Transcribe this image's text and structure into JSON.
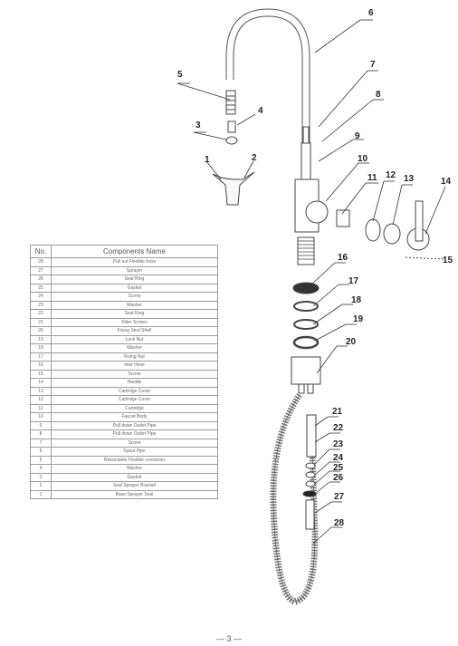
{
  "table": {
    "header": {
      "no": "No.",
      "name": "Components Name"
    },
    "rows": [
      {
        "no": "28",
        "name": "Pull out Flexible hose"
      },
      {
        "no": "27",
        "name": "Sprayer"
      },
      {
        "no": "26",
        "name": "Seal Ring"
      },
      {
        "no": "25",
        "name": "Gasket"
      },
      {
        "no": "24",
        "name": "Screw"
      },
      {
        "no": "23",
        "name": "Washer"
      },
      {
        "no": "22",
        "name": "Seal Ring"
      },
      {
        "no": "21",
        "name": "Filter Screen"
      },
      {
        "no": "20",
        "name": "Fixing Stud Shell"
      },
      {
        "no": "19",
        "name": "Lock Nut"
      },
      {
        "no": "18",
        "name": "Washer"
      },
      {
        "no": "17",
        "name": "Fixing Nut"
      },
      {
        "no": "16",
        "name": "Inlet Hose"
      },
      {
        "no": "15",
        "name": "Screw"
      },
      {
        "no": "14",
        "name": "Handle"
      },
      {
        "no": "13",
        "name": "Cartridge Cover"
      },
      {
        "no": "12",
        "name": "Cartridge Cover"
      },
      {
        "no": "11",
        "name": "Cartridge"
      },
      {
        "no": "10",
        "name": "Faucet Body"
      },
      {
        "no": "9",
        "name": "Pull down Outlet Pipe"
      },
      {
        "no": "8",
        "name": "Pull down Outlet Pipe"
      },
      {
        "no": "7",
        "name": "Screw"
      },
      {
        "no": "6",
        "name": "Spout Pipe"
      },
      {
        "no": "5",
        "name": "Retractable Flexible connector"
      },
      {
        "no": "4",
        "name": "Washer"
      },
      {
        "no": "3",
        "name": "Gasket"
      },
      {
        "no": "2",
        "name": "Seal Sprayer Bracket"
      },
      {
        "no": "1",
        "name": "Base Sprayer Seal"
      }
    ]
  },
  "callouts": [
    "1",
    "2",
    "3",
    "4",
    "5",
    "6",
    "7",
    "8",
    "9",
    "10",
    "11",
    "12",
    "13",
    "14",
    "15",
    "16",
    "17",
    "18",
    "19",
    "20",
    "21",
    "22",
    "23",
    "24",
    "25",
    "26",
    "27",
    "28"
  ],
  "page_number": "— 3 —"
}
